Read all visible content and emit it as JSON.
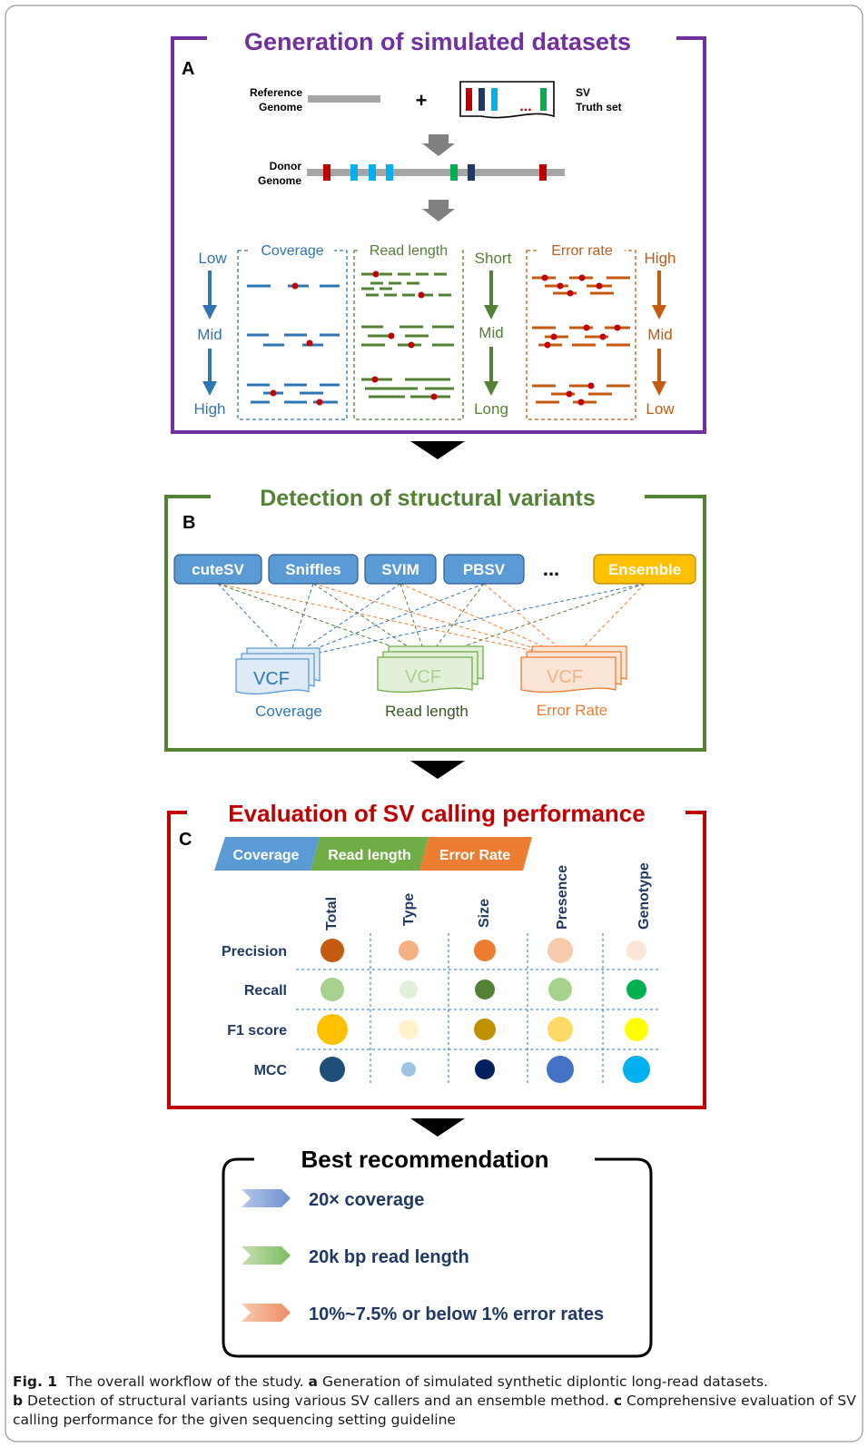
{
  "panelA": {
    "title": "Generation of simulated datasets",
    "letter": "A",
    "reference_label": [
      "Reference",
      "Genome"
    ],
    "plus": "+",
    "sv_label": [
      "SV",
      "Truth set"
    ],
    "ellipsis": "...",
    "donor_label": [
      "Donor",
      "Genome"
    ],
    "coverage": {
      "box_label": "Coverage",
      "arrow": [
        "Low",
        "Mid",
        "High"
      ]
    },
    "read_length": {
      "box_label": "Read length",
      "arrow": [
        "Short",
        "Mid",
        "Long"
      ]
    },
    "error_rate": {
      "box_label": "Error rate",
      "arrow": [
        "High",
        "Mid",
        "Low"
      ]
    }
  },
  "panelB": {
    "title": "Detection of structural variants",
    "letter": "B",
    "callers": [
      "cuteSV",
      "Sniffles",
      "SVIM",
      "PBSV"
    ],
    "ellipsis": "...",
    "ensemble": "Ensemble",
    "vcf": [
      {
        "label": "VCF",
        "caption": "Coverage"
      },
      {
        "label": "VCF",
        "caption": "Read length"
      },
      {
        "label": "VCF",
        "caption": "Error Rate"
      }
    ]
  },
  "panelC": {
    "title": "Evaluation of SV calling performance",
    "letter": "C",
    "tags": [
      "Coverage",
      "Read length",
      "Error Rate"
    ],
    "columns": [
      "Total",
      "Type",
      "Size",
      "Presence",
      "Genotype"
    ],
    "rows": [
      "Precision",
      "Recall",
      "F1 score",
      "MCC"
    ]
  },
  "panelD": {
    "title": "Best recommendation",
    "items": [
      "20× coverage",
      "20k bp read length",
      "10%~7.5% or below 1% error rates"
    ]
  },
  "caption": {
    "fig": "Fig. 1",
    "main": "The overall workflow of the study.",
    "a_letter": "a",
    "a_text": "Generation of simulated synthetic diplontic long-read datasets.",
    "b_letter": "b",
    "b_text": "Detection of structural variants using various SV callers and an ensemble method.",
    "c_letter": "c",
    "c_text": "Comprehensive evaluation of SV calling performance for the given sequencing setting guideline"
  },
  "colors": {
    "purple": "#7030A0",
    "green": "#548235",
    "red": "#C00000",
    "blue": "#2E75B6",
    "orange": "#C55A11",
    "sv_red": "#C00000",
    "sv_navy": "#1F3864",
    "sv_cyan": "#00B0F0",
    "sv_green": "#00B050"
  }
}
